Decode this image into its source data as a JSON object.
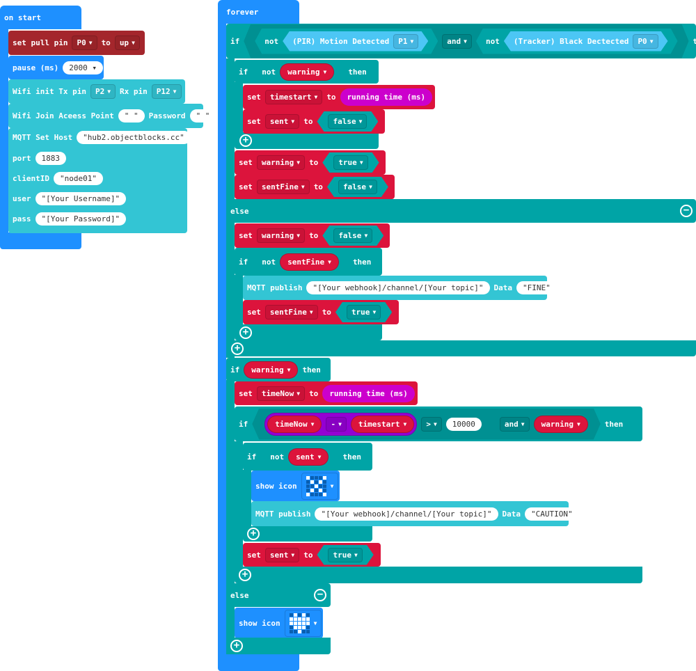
{
  "on_start": {
    "title": "on start",
    "set_pull_pin": {
      "label": "set pull pin",
      "pin": "P0",
      "to": "to",
      "mode": "up"
    },
    "pause": {
      "label": "pause (ms)",
      "value": "2000"
    },
    "wifi_init": {
      "label": "Wifi init Tx pin",
      "tx": "P2",
      "rx_label": "Rx pin",
      "rx": "P12"
    },
    "wifi_join": {
      "label": "Wifi Join Aceess Point",
      "ssid": "\" \"",
      "pw_label": "Password",
      "pw": "\" \""
    },
    "mqtt_host": {
      "label": "MQTT Set Host",
      "host": "\"hub2.objectblocks.cc\"",
      "port_label": "port",
      "port": "1883",
      "client_label": "clientID",
      "client": "\"node01\"",
      "user_label": "user",
      "user": "\"[Your Username]\"",
      "pass_label": "pass",
      "pass": "\"[Your Password]\""
    }
  },
  "forever": {
    "title": "forever",
    "kw": {
      "if": "if",
      "then": "then",
      "else": "else",
      "not": "not",
      "and": "and",
      "set": "set",
      "to": "to",
      "show_icon": "show icon",
      "mqtt_publish": "MQTT publish",
      "data": "Data",
      "running_time": "running time (ms)",
      "minus": "-",
      "gt": ">"
    },
    "pir": "(PIR) Motion Detected",
    "pir_pin": "P1",
    "tracker": "(Tracker) Black Dectected",
    "tracker_pin": "P0",
    "vars": {
      "warning": "warning",
      "timestart": "timestart",
      "sent": "sent",
      "sentFine": "sentFine",
      "timeNow": "timeNow"
    },
    "bools": {
      "true": "true",
      "false": "false"
    },
    "topic": "\"[Your webhook]/channel/[Your topic]\"",
    "fine": "\"FINE\"",
    "caution": "\"CAUTION\"",
    "threshold": "10000",
    "icons": {
      "x": [
        1,
        0,
        0,
        0,
        1,
        0,
        1,
        0,
        1,
        0,
        0,
        0,
        1,
        0,
        0,
        0,
        1,
        0,
        1,
        0,
        1,
        0,
        0,
        0,
        1
      ],
      "heart": [
        0,
        1,
        0,
        1,
        0,
        1,
        1,
        1,
        1,
        1,
        1,
        1,
        1,
        1,
        1,
        0,
        1,
        1,
        1,
        0,
        0,
        0,
        1,
        0,
        0
      ]
    }
  }
}
